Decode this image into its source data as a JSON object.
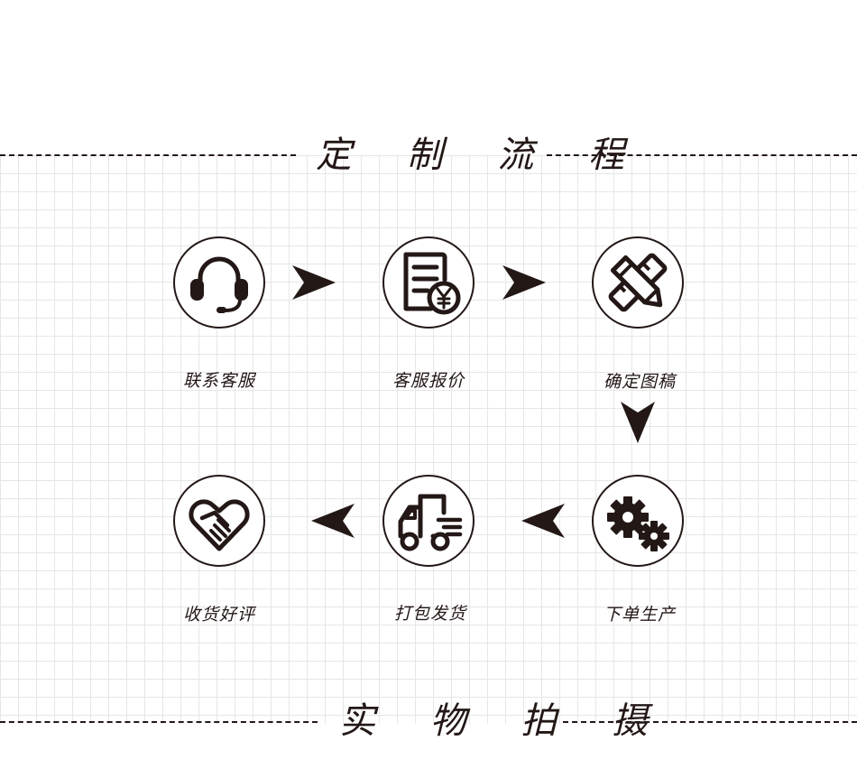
{
  "sections": {
    "process_title": "定 制 流 程",
    "photo_title": "实 物 拍 摄"
  },
  "steps": [
    {
      "label": "联系客服",
      "icon": "headset-icon"
    },
    {
      "label": "客服报价",
      "icon": "quote-document-yen-icon"
    },
    {
      "label": "确定图稿",
      "icon": "pencil-ruler-icon"
    },
    {
      "label": "下单生产",
      "icon": "gears-icon"
    },
    {
      "label": "打包发货",
      "icon": "delivery-truck-icon"
    },
    {
      "label": "收货好评",
      "icon": "heart-handshake-icon"
    }
  ],
  "colors": {
    "ink": "#231816",
    "grid": "#e6e6e6",
    "background": "#ffffff"
  }
}
